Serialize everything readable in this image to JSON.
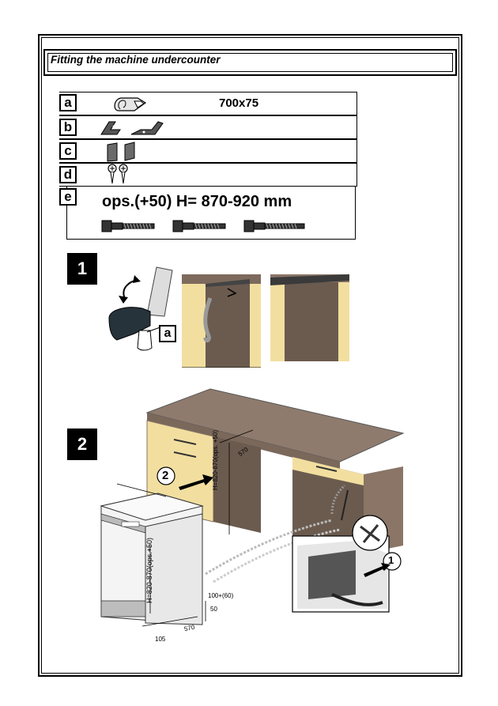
{
  "title": "Fitting the machine undercounter",
  "parts": [
    {
      "letter": "a",
      "value": "700x75",
      "icon": "clip-icon"
    },
    {
      "letter": "b",
      "value": "",
      "icon": "bracket-icon"
    },
    {
      "letter": "c",
      "value": "",
      "icon": "pad-icon"
    },
    {
      "letter": "d",
      "value": "",
      "icon": "screw-icon"
    },
    {
      "letter": "e",
      "value": "ops.(+50) H= 870-920 mm",
      "icon": "bolt-icon"
    }
  ],
  "steps": [
    {
      "number": "1",
      "callout": "a"
    },
    {
      "number": "2",
      "arrow_label": "2",
      "detail_label": "1"
    }
  ],
  "dimensions": {
    "cabinet_height": "H=820-870(ops. +50)",
    "cabinet_depth": "570",
    "machine_height": "H=820-870(ops.+50)",
    "machine_depth": "570",
    "toe_kick": "100+(60)",
    "kick_depth": "50",
    "base_offset": "105"
  }
}
